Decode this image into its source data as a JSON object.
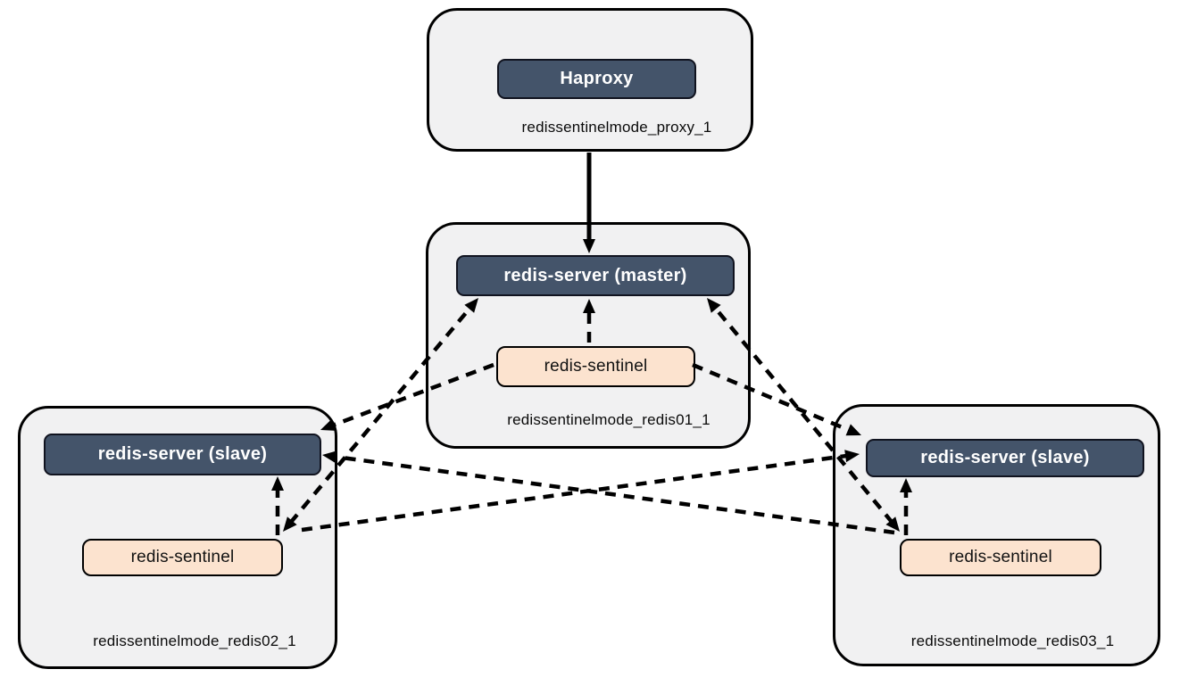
{
  "diagram": {
    "type": "architecture-diagram",
    "groups": [
      {
        "id": "proxy",
        "label": "redissentinelmode_proxy_1",
        "boxes": [
          {
            "id": "haproxy",
            "label": "Haproxy",
            "kind": "server"
          }
        ]
      },
      {
        "id": "redis01",
        "label": "redissentinelmode_redis01_1",
        "boxes": [
          {
            "id": "master",
            "label": "redis-server (master)",
            "kind": "server"
          },
          {
            "id": "sentinel1",
            "label": "redis-sentinel",
            "kind": "sentinel"
          }
        ]
      },
      {
        "id": "redis02",
        "label": "redissentinelmode_redis02_1",
        "boxes": [
          {
            "id": "slave2",
            "label": "redis-server (slave)",
            "kind": "server"
          },
          {
            "id": "sentinel2",
            "label": "redis-sentinel",
            "kind": "sentinel"
          }
        ]
      },
      {
        "id": "redis03",
        "label": "redissentinelmode_redis03_1",
        "boxes": [
          {
            "id": "slave3",
            "label": "redis-server (slave)",
            "kind": "server"
          },
          {
            "id": "sentinel3",
            "label": "redis-sentinel",
            "kind": "sentinel"
          }
        ]
      }
    ],
    "edges": [
      {
        "id": "haproxy-master",
        "from": "haproxy",
        "to": "master",
        "style": "solid",
        "heads": [
          "end"
        ]
      },
      {
        "id": "sentinel1-master",
        "from": "sentinel1",
        "to": "master",
        "style": "dashed",
        "heads": [
          "end"
        ]
      },
      {
        "id": "sentinel1-slave2",
        "from": "sentinel1",
        "to": "slave2",
        "style": "dashed",
        "heads": [
          "end"
        ]
      },
      {
        "id": "sentinel1-slave3",
        "from": "sentinel1",
        "to": "slave3",
        "style": "dashed",
        "heads": [
          "end"
        ]
      },
      {
        "id": "sentinel2-master",
        "from": "sentinel2",
        "to": "master",
        "style": "dashed",
        "heads": [
          "start",
          "end"
        ]
      },
      {
        "id": "sentinel3-master",
        "from": "sentinel3",
        "to": "master",
        "style": "dashed",
        "heads": [
          "start",
          "end"
        ]
      },
      {
        "id": "sentinel2-slave2",
        "from": "sentinel2",
        "to": "slave2",
        "style": "dashed",
        "heads": [
          "end"
        ]
      },
      {
        "id": "sentinel3-slave3",
        "from": "sentinel3",
        "to": "slave3",
        "style": "dashed",
        "heads": [
          "end"
        ]
      },
      {
        "id": "sentinel2-slave3",
        "from": "sentinel2",
        "to": "slave3",
        "style": "dashed",
        "heads": [
          "end"
        ]
      },
      {
        "id": "sentinel3-slave2",
        "from": "sentinel3",
        "to": "slave2",
        "style": "dashed",
        "heads": [
          "end"
        ]
      }
    ],
    "colors": {
      "server_fill": "#44546a",
      "server_text": "#ffffff",
      "sentinel_fill": "#fce3cf",
      "sentinel_text": "#121212",
      "group_fill": "#f1f1f2",
      "border": "#000000",
      "arrow": "#000000",
      "background": "#ffffff"
    }
  }
}
